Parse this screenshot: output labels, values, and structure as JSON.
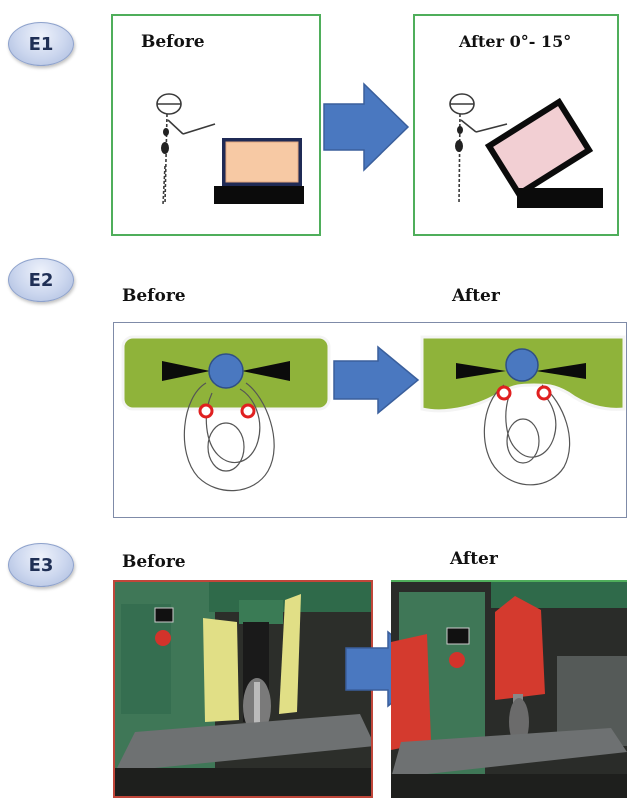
{
  "e1": {
    "badge": "E1",
    "before_label": "Before",
    "after_label": "After  0°- 15°"
  },
  "e2": {
    "badge": "E2",
    "before_label": "Before",
    "after_label": "After"
  },
  "e3": {
    "badge": "E3",
    "before_label": "Before",
    "after_label": "After"
  },
  "colors": {
    "arrow": "#4a78c0",
    "frame_green": "#4fae5b",
    "screen_before": "#f7c9a4",
    "screen_after": "#f2cfd3",
    "tray_green": "#8fb33a",
    "head_blue": "#4a78c0",
    "guard_yellow": "#e1df86",
    "guard_red": "#d43a2e",
    "machine_green": "#2f6a4a"
  },
  "icons": [
    "stick-figure-icon",
    "arrow-right-icon",
    "operator-head-icon"
  ]
}
